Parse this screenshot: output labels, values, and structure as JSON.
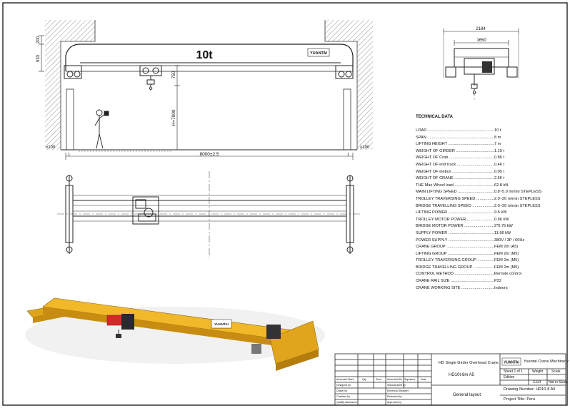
{
  "crane_label": "10t",
  "brand": "Yuantai Crane Machinery",
  "logo_text": "YUANTAI",
  "dimensions": {
    "top_offset": "200",
    "girder_height": "933",
    "hook_offset": "750",
    "lifting_height": "H=7000",
    "left_clearance": "≥100",
    "right_clearance": "≥100",
    "end_margin_left": "1",
    "end_margin_right": "1",
    "span": "8000±2.5",
    "wheel_base_outer": "2184",
    "wheel_base_inner": "1650"
  },
  "technical_data": {
    "heading": "TECHNICAL DATA",
    "rows": [
      {
        "label": "LOAD",
        "value": "10 t"
      },
      {
        "label": "SPAN",
        "value": "8 m"
      },
      {
        "label": "LIFTING HEIGHT",
        "value": "7 m"
      },
      {
        "label": "WEIGHT OF GIRDER",
        "value": "1.19 t"
      },
      {
        "label": "WEIGHT OF Crab",
        "value": "0.86 t"
      },
      {
        "label": "WEIGHT OF end truck",
        "value": "0.46 t"
      },
      {
        "label": "WEIGHT OF elebox",
        "value": "0.05 t"
      },
      {
        "label": "WEIGHT OF CRANE",
        "value": "2.56 t"
      },
      {
        "label": "THE Max Wheel load",
        "value": "62.8 kN"
      },
      {
        "label": "MAIN LIFTING SPEED",
        "value": "0.8~5.0 m/min  STEPLESS"
      },
      {
        "label": "TROLLEY TRAVERSING SPEED",
        "value": "2.0~20 m/min  STEPLESS"
      },
      {
        "label": "BRIDGE TRAVELLING SPEED",
        "value": "2.0~20 m/min  STEPLESS"
      },
      {
        "label": "LIFTING POWER",
        "value": "9.5 kW"
      },
      {
        "label": "TROLLEY MOTOR POWER",
        "value": "0.96 kW"
      },
      {
        "label": "BRIDGE MOTOR POWER",
        "value": "2*0.75 kW"
      },
      {
        "label": "SUPPLY POWER",
        "value": "11.96 kW"
      },
      {
        "label": "POWER SUPPLY",
        "value": "380V / 3P / 60Hz"
      },
      {
        "label": "CRANE GROUP",
        "value": "FEM 2m (A5)"
      },
      {
        "label": "LIFTING GROUP",
        "value": "FEM 2m (M5)"
      },
      {
        "label": "TROLLEY TRAVERSING GROUP",
        "value": "FEM 2m (M5)"
      },
      {
        "label": "BRIDGE TRAVELLING GROUP",
        "value": "FEM 2m (M5)"
      },
      {
        "label": "CONTROL METHOD",
        "value": "Remote control"
      },
      {
        "label": "CRANE RAIL SIZE",
        "value": "P22"
      },
      {
        "label": "CRANE WORKING SITE",
        "value": "Indoors"
      }
    ]
  },
  "title_block": {
    "title_line1": "HD Single Girder Overhead Crane",
    "title_line2": "HD10t-8m A5",
    "drawing_name": "General layout",
    "sheet": "Sheet 1 of 1",
    "weight_label": "Weight",
    "scale_label": "Scale",
    "edition_label": "Edition",
    "weight_value": "3.52t",
    "scale_value": "Not in Scale",
    "drawing_number": "Drawing Number: HD10-8 A5",
    "project_title": "Project Title: Peru",
    "revision_headers": [
      "Amended Mark",
      "Qty",
      "Zone",
      "Amended file",
      "Signature",
      "Date"
    ],
    "left_signoffs": [
      "Designed by",
      "Drawn by",
      "Checked by",
      "Quality Assurance"
    ],
    "right_signoffs": [
      "Standardized by",
      "Electrical Designer",
      "Reviewed by",
      "Approved by"
    ]
  }
}
